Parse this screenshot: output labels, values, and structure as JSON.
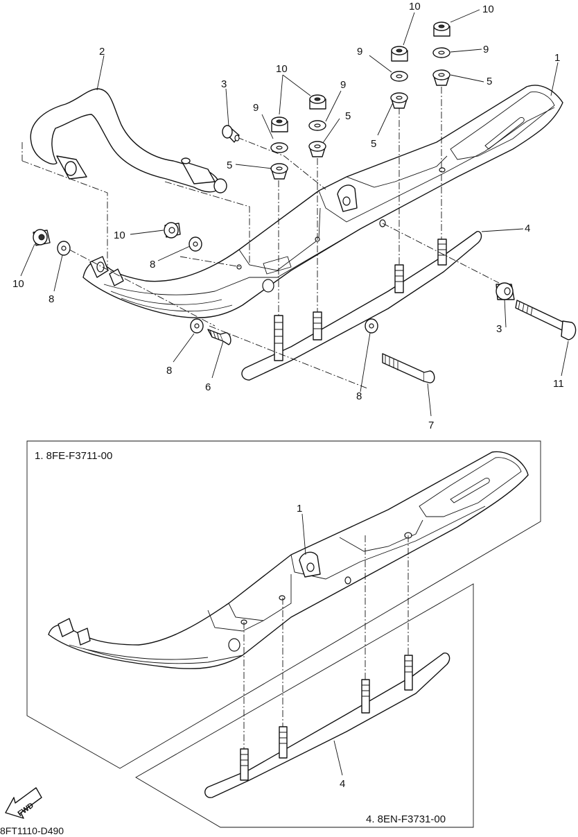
{
  "callouts": [
    {
      "id": "c1a",
      "text": "1"
    },
    {
      "id": "c2",
      "text": "2"
    },
    {
      "id": "c3a",
      "text": "3"
    },
    {
      "id": "c3b",
      "text": "3"
    },
    {
      "id": "c4a",
      "text": "4"
    },
    {
      "id": "c5a",
      "text": "5"
    },
    {
      "id": "c5b",
      "text": "5"
    },
    {
      "id": "c5c",
      "text": "5"
    },
    {
      "id": "c5d",
      "text": "5"
    },
    {
      "id": "c6",
      "text": "6"
    },
    {
      "id": "c7",
      "text": "7"
    },
    {
      "id": "c8a",
      "text": "8"
    },
    {
      "id": "c8b",
      "text": "8"
    },
    {
      "id": "c8c",
      "text": "8"
    },
    {
      "id": "c8d",
      "text": "8"
    },
    {
      "id": "c9a",
      "text": "9"
    },
    {
      "id": "c9b",
      "text": "9"
    },
    {
      "id": "c9c",
      "text": "9"
    },
    {
      "id": "c9d",
      "text": "9"
    },
    {
      "id": "c10a",
      "text": "10"
    },
    {
      "id": "c10b",
      "text": "10"
    },
    {
      "id": "c10c",
      "text": "10"
    },
    {
      "id": "c10d",
      "text": "10"
    },
    {
      "id": "c10e",
      "text": "10"
    },
    {
      "id": "c11",
      "text": "11"
    },
    {
      "id": "c1b",
      "text": "1"
    },
    {
      "id": "c4b",
      "text": "4"
    }
  ],
  "inset_ski": {
    "caption": "1. 8FE-F3711-00"
  },
  "inset_runner": {
    "caption": "4. 8EN-F3731-00"
  },
  "fwd_label": "FWD",
  "drawing_code": "8FT1110-D490"
}
